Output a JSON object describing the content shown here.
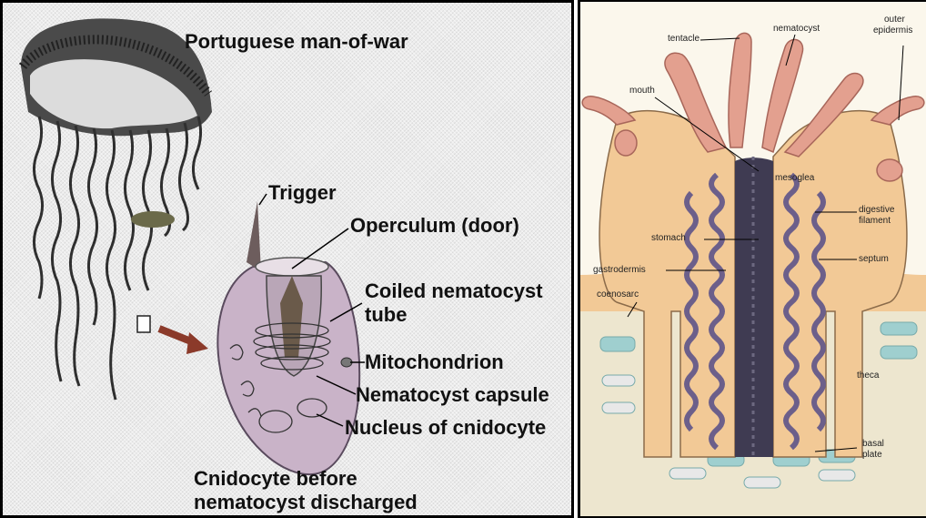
{
  "left": {
    "title": "Portuguese man-of-war",
    "labels": {
      "trigger": "Trigger",
      "operculum": "Operculum (door)",
      "coiled_line1": "Coiled nematocyst",
      "coiled_line2": "tube",
      "mitochondrion": "Mitochondrion",
      "capsule": "Nematocyst capsule",
      "nucleus": "Nucleus of cnidocyte",
      "caption_line1": "Cnidocyte before",
      "caption_line2": "nematocyst discharged"
    }
  },
  "right": {
    "labels": {
      "tentacle": "tentacle",
      "nematocyst": "nematocyst",
      "outer_line1": "outer",
      "outer_line2": "epidermis",
      "mouth": "mouth",
      "mesoglea": "mesoglea",
      "digestive_line1": "digestive",
      "digestive_line2": "filament",
      "stomach": "stomach",
      "septum": "septum",
      "gastrodermis": "gastrodermis",
      "coenosarc": "coenosarc",
      "theca": "theca",
      "basal_line1": "basal",
      "basal_line2": "plate"
    }
  },
  "colors": {
    "cell_purple": "#c9b3c8",
    "tentacle_pink": "#e3a08f",
    "body_tan": "#f2c996",
    "stomach_dark": "#3f3b52",
    "rock_teal": "#9fcfcf"
  }
}
